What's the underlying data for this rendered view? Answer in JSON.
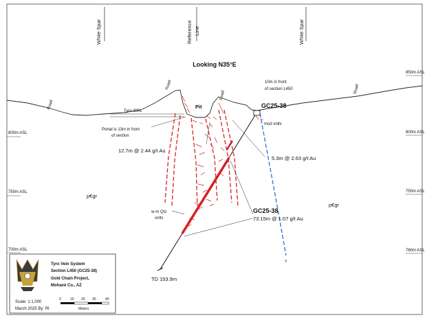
{
  "header": {
    "grid_lines": [
      {
        "label": "White Spar"
      },
      {
        "label_line1": "Reference",
        "label_line2": "Line"
      },
      {
        "label": "White Spar"
      }
    ],
    "view_direction": "Looking N35°E"
  },
  "elevations": {
    "left": [
      "800m ASL",
      "750m ASL",
      "700m ASL"
    ],
    "right": [
      "850m ASL",
      "800m ASL",
      "750m ASL",
      "760m ASL"
    ]
  },
  "surface_labels": {
    "road": "Road",
    "pit": "Pit",
    "front_note_line1": "10m in front",
    "front_note_line2": "of section L450",
    "tyro_200l": "Tyro 200L",
    "portal_line1": "Portal is 13m in front",
    "portal_line2": "of section",
    "mod_veinlets": "mod vnlts",
    "geology_unit": "p€gr"
  },
  "drillhole": {
    "collar_label": "GC25-38",
    "toe_label": "GC25-38",
    "td_label": "TD 153.9m",
    "question_mark": "?"
  },
  "intercepts": [
    {
      "text": "12.7m @ 2.44 g/t Au"
    },
    {
      "text": "5.3m @ 2.63 g/t Au"
    },
    {
      "text": "73.15m @ 1.07 g/t Au"
    }
  ],
  "vein_label": {
    "line1": "w-m Qtz",
    "line2": "vnlts"
  },
  "legend": {
    "title_line1": "Tyro Vein System",
    "title_line2": "Section L450 (GC25-38)",
    "project": "Gold Chain Project,",
    "location": "Mohave Co., AZ",
    "scale": "Scale: 1:1,000",
    "date": "March 2025  By: RI",
    "scale_ticks": [
      "0",
      "10",
      "20",
      "30",
      "40"
    ],
    "scale_unit": "Meters"
  },
  "colors": {
    "vein_red": "#d62020",
    "drillhole_black": "#111111",
    "fault_blue": "#2a6fd1",
    "logo_gold": "#c8a23a"
  }
}
